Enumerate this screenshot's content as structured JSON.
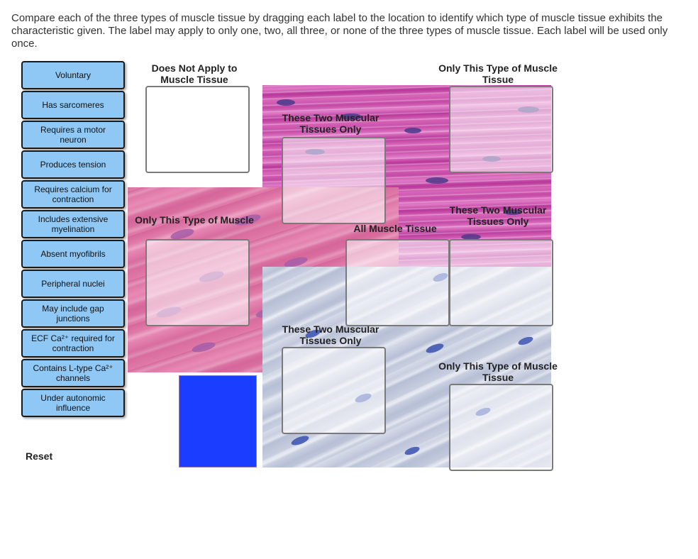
{
  "instructions": "Compare each of the three types of muscle tissue by dragging each label to the location to identify which type of muscle tissue exhibits the characteristic given.  The label may apply to only one, two, all three, or none of the three types of muscle tissue.  Each label will be used only once.",
  "labels": [
    "Voluntary",
    "Has sarcomeres",
    "Requires a motor neuron",
    "Produces tension",
    "Requires calcium for contraction",
    "Includes extensive myelination",
    "Absent myofibrils",
    "Peripheral nuclei",
    "May include gap junctions",
    "ECF Ca²⁺ required for contraction",
    "Contains L-type Ca²⁺ channels",
    "Under autonomic influence"
  ],
  "reset_label": "Reset",
  "zones": {
    "not_apply": "Does Not Apply to Muscle Tissue",
    "only_top_right": "Only This Type of Muscle Tissue",
    "two_top": "These Two Muscular Tissues Only",
    "only_left": "Only This Type of Muscle",
    "all": "All Muscle Tissue",
    "two_right": "These Two Muscular Tissues Only",
    "two_bottom": "These Two Muscular Tissues Only",
    "only_bottom_right": "Only This Type of Muscle Tissue"
  },
  "colors": {
    "label_bg": "#8fc8f5",
    "swatch": "#1a3dff",
    "skeletal": "#c44aa6",
    "smooth": "#e07aa8",
    "cardiac": "#c8cfe0"
  }
}
